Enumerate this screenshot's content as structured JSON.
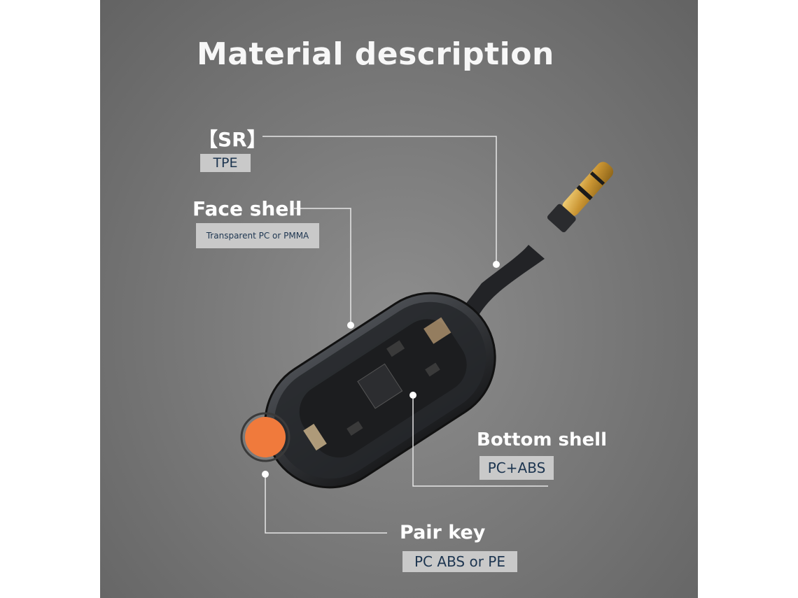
{
  "title": "Material description",
  "callouts": {
    "sr": {
      "label": "【SR】",
      "material": "TPE"
    },
    "face_shell": {
      "label": "Face shell",
      "material": "Transparent PC or PMMA"
    },
    "bottom_shell": {
      "label": "Bottom shell",
      "material": "PC+ABS"
    },
    "pair_key": {
      "label": "Pair key",
      "material": "PC ABS or PE"
    }
  },
  "colors": {
    "background": "#7a7a7a",
    "tag_background": "#c9c9c9",
    "tag_text": "#1d3550",
    "pair_key_button": "#f07a3c",
    "plug_gold": "#d8a640"
  }
}
